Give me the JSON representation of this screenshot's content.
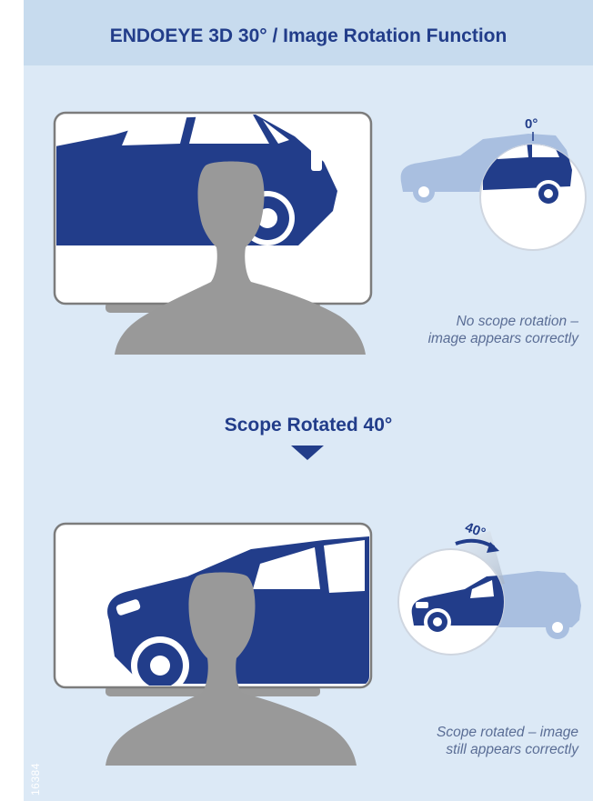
{
  "title": "ENDOEYE 3D 30° / Image Rotation Function",
  "mid_label": "Scope Rotated 40°",
  "top_scene": {
    "degree_label": "0°",
    "caption_line1": "No scope rotation –",
    "caption_line2": "image appears correctly"
  },
  "bottom_scene": {
    "degree_label": "40°",
    "caption_line1": "Scope rotated – image",
    "caption_line2": "still appears correctly"
  },
  "figure_number": "16384",
  "colors": {
    "panel_bg": "#dce9f6",
    "header_bg": "#c7dbee",
    "car_blue": "#223d8a",
    "car_faded": "#a9bfe0",
    "silhouette": "#999999",
    "monitor_border": "#7c7c7c"
  }
}
